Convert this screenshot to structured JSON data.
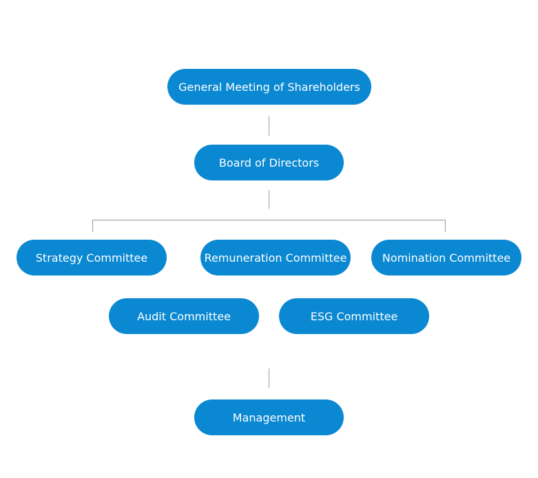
{
  "colors": {
    "node_fill": "#0a88d2",
    "node_text": "#ffffff",
    "connector": "#a8a8a8"
  },
  "nodes": {
    "shareholders": "General Meeting of Shareholders",
    "board": "Board of Directors",
    "strategy": "Strategy Committee",
    "remuneration": "Remuneration Committee",
    "nomination": "Nomination Committee",
    "audit": "Audit Committee",
    "esg": "ESG Committee",
    "management": "Management"
  }
}
